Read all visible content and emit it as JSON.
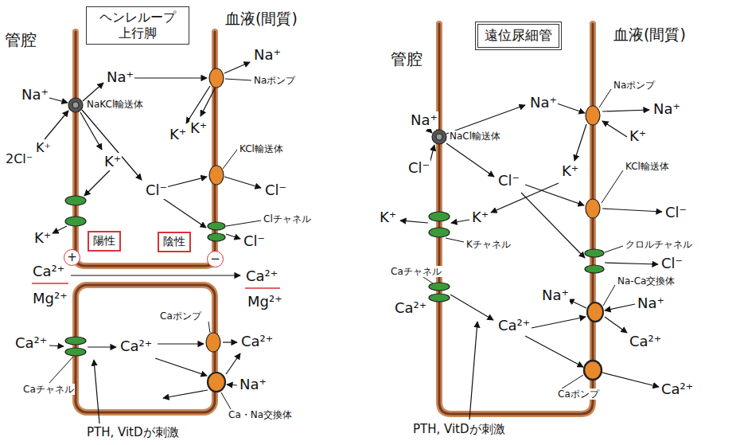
{
  "diagram": {
    "nodes": [
      {
        "text": [
          "ヘンレループ 上行脚"
        ]
      },
      {
        "text": [
          "陽性"
        ]
      },
      {
        "text": [
          "陰性"
        ]
      },
      {
        "text": [
          "+"
        ]
      },
      {
        "text": [
          "−"
        ]
      },
      {
        "text": [
          "遠位尿細管"
        ]
      }
    ],
    "labels": [
      "管腔",
      "血液(間質)",
      "Na⁺",
      "Na⁺",
      "Na⁺",
      "NaKCl輸送体",
      "Naポンプ",
      "2Cl⁻",
      "K⁺",
      "K⁺",
      "Cl⁻",
      "K⁺",
      "K⁺",
      "KCl輸送体",
      "Cl⁻",
      "Clチャネル",
      "Cl⁻",
      "K⁺",
      "Ca²⁺",
      "Mg²⁺",
      "Ca²⁺",
      "Mg²⁺",
      "Ca²⁺",
      "Caチャネル",
      "Ca²⁺",
      "Caポンプ",
      "Ca²⁺",
      "Na⁺",
      "PTH, VitDが刺激",
      "Ca・Na交換体",
      "管腔",
      "血液(間質)",
      "Na⁺",
      "Cl⁻",
      "NaCl輸送体",
      "Na⁺",
      "Naポンプ",
      "Na⁺",
      "K⁺",
      "K⁺",
      "Cl⁻",
      "KCl輸送体",
      "Cl⁻",
      "K⁺",
      "K⁺",
      "Kチャネル",
      "クロルチャネル",
      "Cl⁻",
      "Caチャネル",
      "Ca²⁺",
      "Na⁺",
      "Na-Ca交換体",
      "Na⁺",
      "Ca²⁺",
      "Ca²⁺",
      "Caポンプ",
      "Ca²⁺",
      "PTH, VitDが刺激"
    ]
  }
}
